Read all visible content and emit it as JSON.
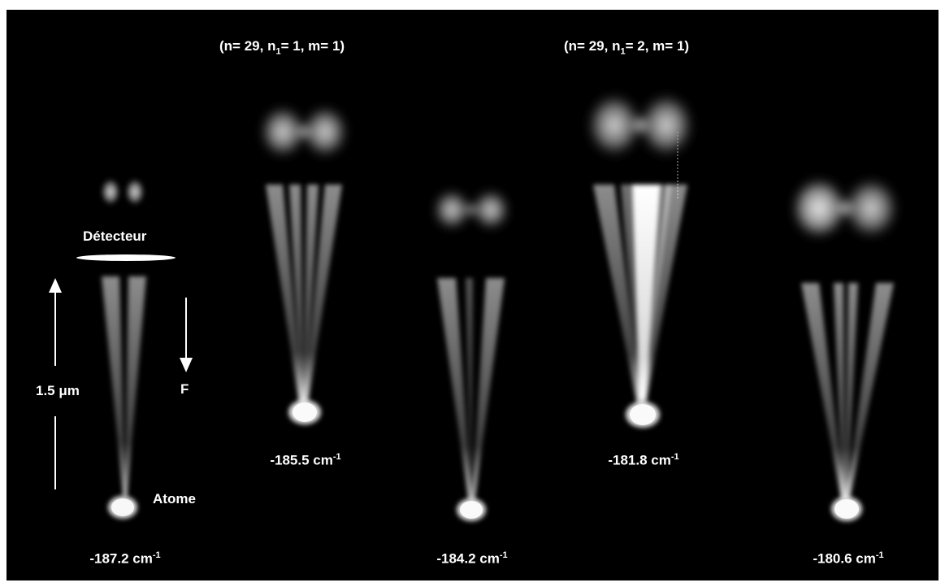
{
  "figure": {
    "background_color": "#000000",
    "foreground_color": "#ffffff",
    "group_labels": [
      {
        "n_label": "n= ",
        "n": "29",
        "n1_label": ", n",
        "n1_sub": "1",
        "n1_eq": "= ",
        "n1": "1",
        "m_label": ", m= ",
        "m": "1",
        "open": "(",
        "close": ")"
      },
      {
        "n_label": "n= ",
        "n": "29",
        "n1_label": ", n",
        "n1_sub": "1",
        "n1_eq": "= ",
        "n1": "2",
        "m_label": ", m= ",
        "m": "1",
        "open": "(",
        "close": ")"
      }
    ],
    "annotations": {
      "detector": "Détecteur",
      "atom": "Atome",
      "distance": "1.5 μm",
      "field": "F"
    },
    "energies": [
      {
        "value": "-187.2",
        "unit": "cm",
        "exponent": "-1"
      },
      {
        "value": "-185.5",
        "unit": "cm",
        "exponent": "-1"
      },
      {
        "value": "-184.2",
        "unit": "cm",
        "exponent": "-1"
      },
      {
        "value": "-181.8",
        "unit": "cm",
        "exponent": "-1"
      },
      {
        "value": "-180.6",
        "unit": "cm",
        "exponent": "-1"
      }
    ]
  }
}
